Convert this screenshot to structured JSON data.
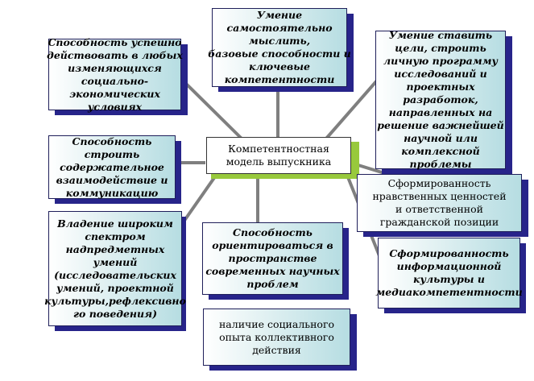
{
  "center": [
    "Компетентностная",
    "модель выпускника"
  ],
  "nodes": {
    "top": [
      "Умение",
      "самостоятельно",
      "мыслить,",
      "базовые способности и",
      "ключевые",
      "компетентности"
    ],
    "top_left": [
      "Способность успешно",
      "действовать в любых",
      "изменяющихся",
      "социально-",
      "экономических",
      "условиях"
    ],
    "top_right": [
      "Умение ставить",
      "цели, строить",
      "личную программу",
      "исследований и",
      "проектных",
      "разработок,",
      "направленных на",
      "решение важнейшей",
      "научной или",
      "комплексной",
      "проблемы"
    ],
    "mid_left": [
      "Способность",
      "строить",
      "содержательное",
      "взаимодействие и",
      "коммуникацию"
    ],
    "mid_right": [
      "Сформированность",
      "нравственных ценностей",
      "и ответственной",
      "гражданской позиции"
    ],
    "low_left": [
      "Владение широким",
      "спектром",
      "надпредметных",
      "умений",
      "(исследовательских",
      "умений, проектной",
      "культуры,рефлексивно",
      "го поведения)"
    ],
    "low_center": [
      "Способность",
      "ориентироваться в",
      "пространстве",
      "современных научных",
      "проблем"
    ],
    "low_right": [
      "Сформированность",
      "информационной",
      "культуры и",
      "медиакомпетентности"
    ],
    "bottom": [
      "наличие социального",
      "опыта коллективного",
      "действия"
    ]
  },
  "colors": {
    "shadow": "#27248a",
    "accent": "#98c93c",
    "ghost_text": "#2d2f9e",
    "line": "#7f7f7f"
  }
}
